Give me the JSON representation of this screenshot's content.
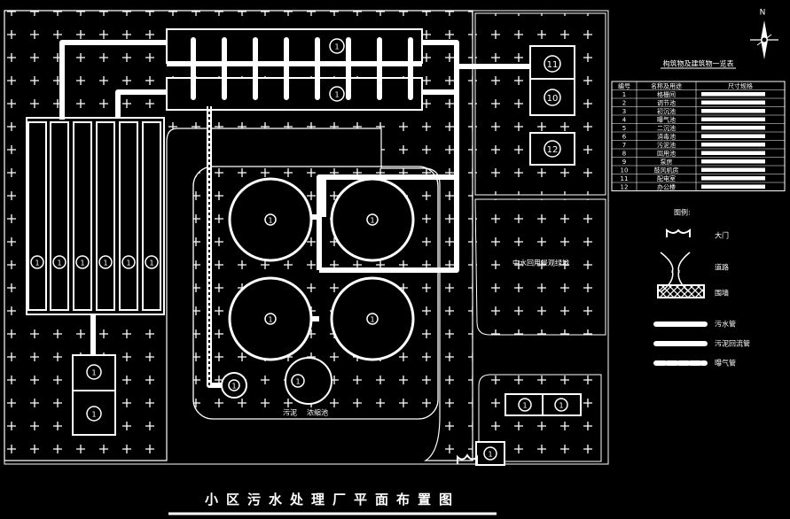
{
  "drawing": {
    "title": "小区污水处理厂平面布置图",
    "green_label": "中水回用景观绿地",
    "pool_label_a": "污泥",
    "pool_label_b": "浓缩池"
  },
  "north_arrow": {
    "label": "N"
  },
  "facility_table": {
    "title": "构筑物及建筑物一览表",
    "headers": [
      "编号",
      "名称及用途",
      "尺寸规格"
    ],
    "rows": [
      [
        "1",
        "格栅间",
        ""
      ],
      [
        "2",
        "调节池",
        ""
      ],
      [
        "3",
        "初沉池",
        ""
      ],
      [
        "4",
        "曝气池",
        ""
      ],
      [
        "5",
        "二沉池",
        ""
      ],
      [
        "6",
        "消毒池",
        ""
      ],
      [
        "7",
        "污泥池",
        ""
      ],
      [
        "8",
        "回用池",
        ""
      ],
      [
        "9",
        "泵房",
        ""
      ],
      [
        "10",
        "鼓风机房",
        ""
      ],
      [
        "11",
        "配电室",
        ""
      ],
      [
        "12",
        "办公楼",
        ""
      ]
    ]
  },
  "legend": {
    "title": "图例:",
    "items": [
      {
        "key": "gate",
        "label": "大门"
      },
      {
        "key": "road",
        "label": "道路"
      },
      {
        "key": "fence",
        "label": "围墙"
      },
      {
        "key": "sewage-pipe",
        "label": "污水管"
      },
      {
        "key": "sludge-pipe",
        "label": "污泥回流管"
      },
      {
        "key": "air-pipe",
        "label": "曝气管"
      }
    ]
  },
  "unit_numbers": {
    "tank_top": "1",
    "tank_bottom": "1",
    "channels": [
      "1",
      "1",
      "1",
      "1",
      "1",
      "1"
    ],
    "pump_top": "1",
    "pump_bottom": "1",
    "clarifiers": [
      "1",
      "1",
      "1",
      "1"
    ],
    "small_well": "1",
    "sludge_pool": "1",
    "building_11": "11",
    "building_10": "10",
    "building_12": "12",
    "right_units": [
      "1",
      "1"
    ],
    "gate_unit": "1"
  },
  "colors": {
    "background": "#000000",
    "lines": "#ffffff"
  }
}
